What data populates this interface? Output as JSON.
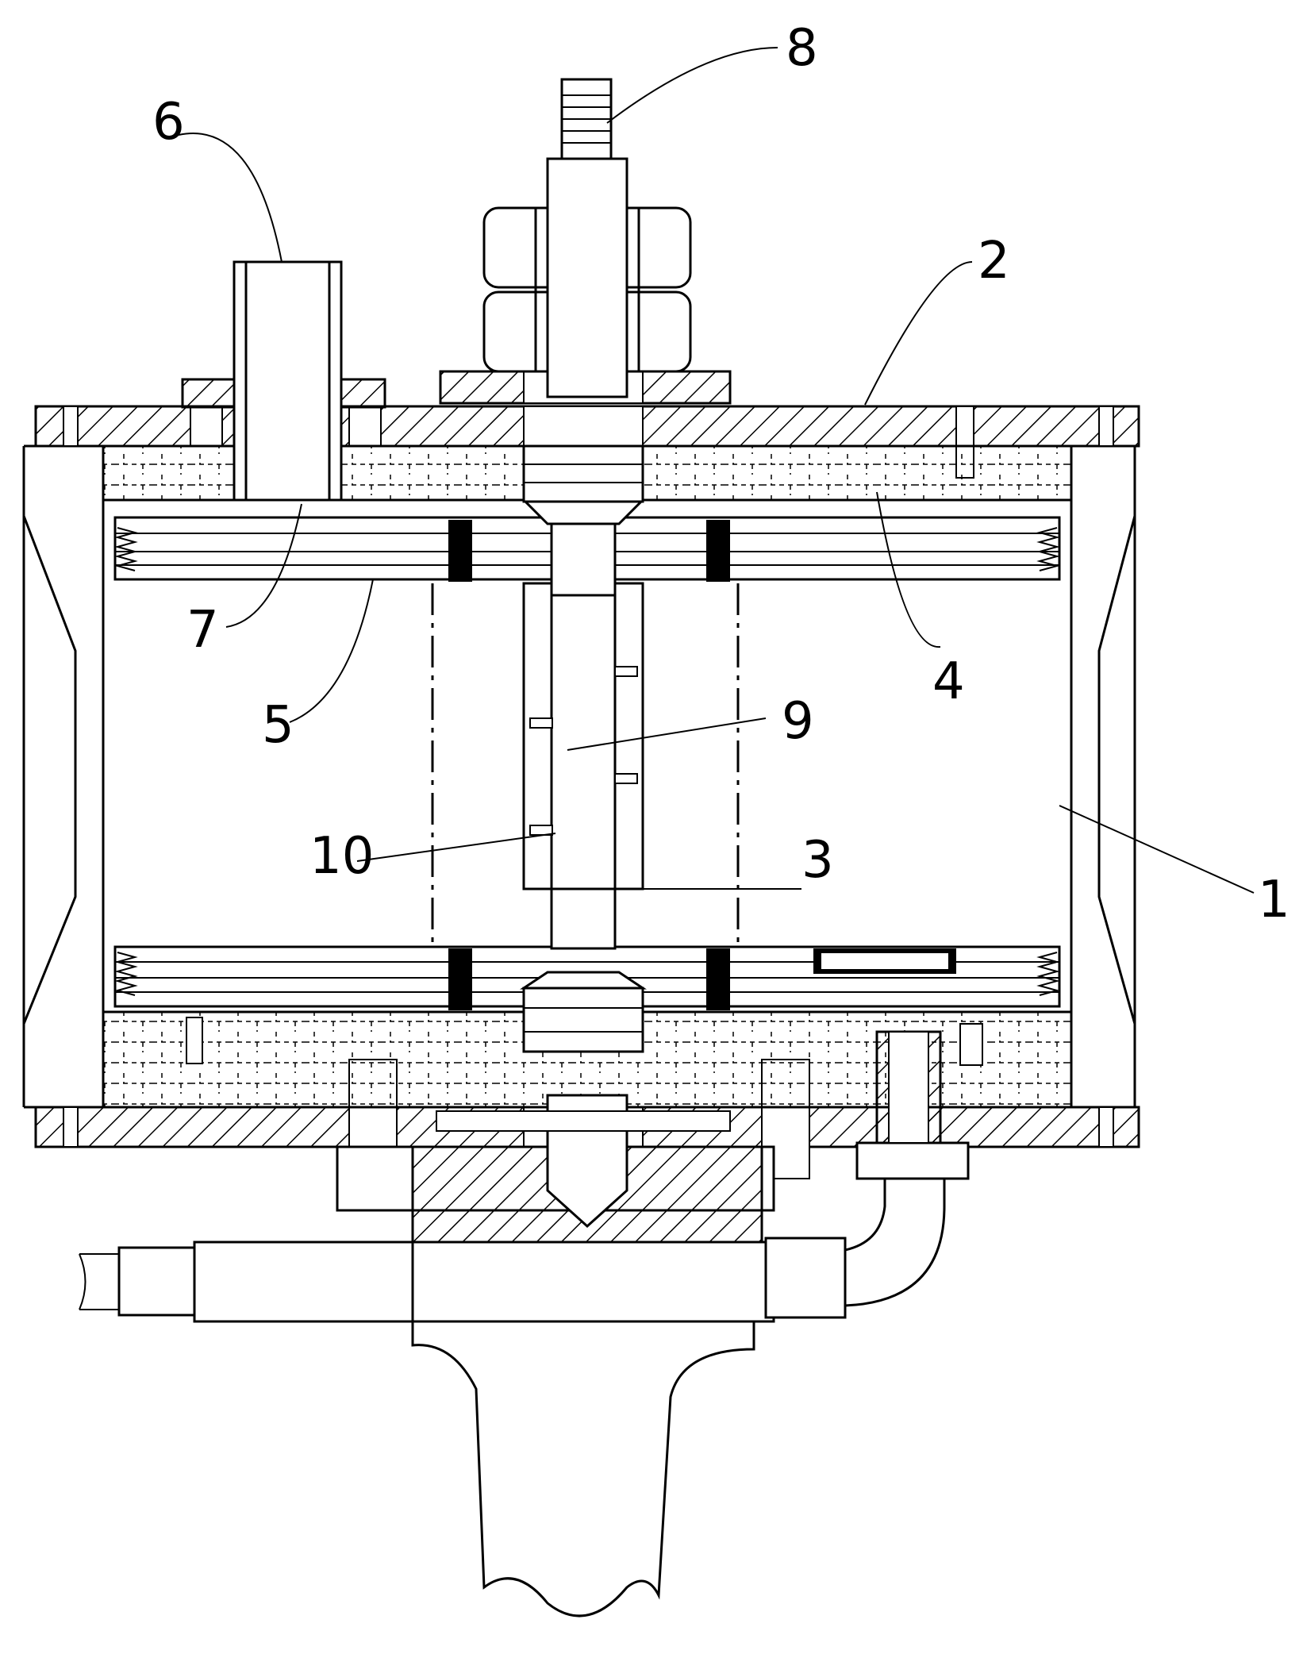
{
  "figure": {
    "labels": [
      {
        "id": "label-1",
        "text": "1"
      },
      {
        "id": "label-2",
        "text": "2"
      },
      {
        "id": "label-3",
        "text": "3"
      },
      {
        "id": "label-4",
        "text": "4"
      },
      {
        "id": "label-5",
        "text": "5"
      },
      {
        "id": "label-6",
        "text": "6"
      },
      {
        "id": "label-7",
        "text": "7"
      },
      {
        "id": "label-8",
        "text": "8"
      },
      {
        "id": "label-9",
        "text": "9"
      },
      {
        "id": "label-10",
        "text": "10"
      }
    ]
  }
}
